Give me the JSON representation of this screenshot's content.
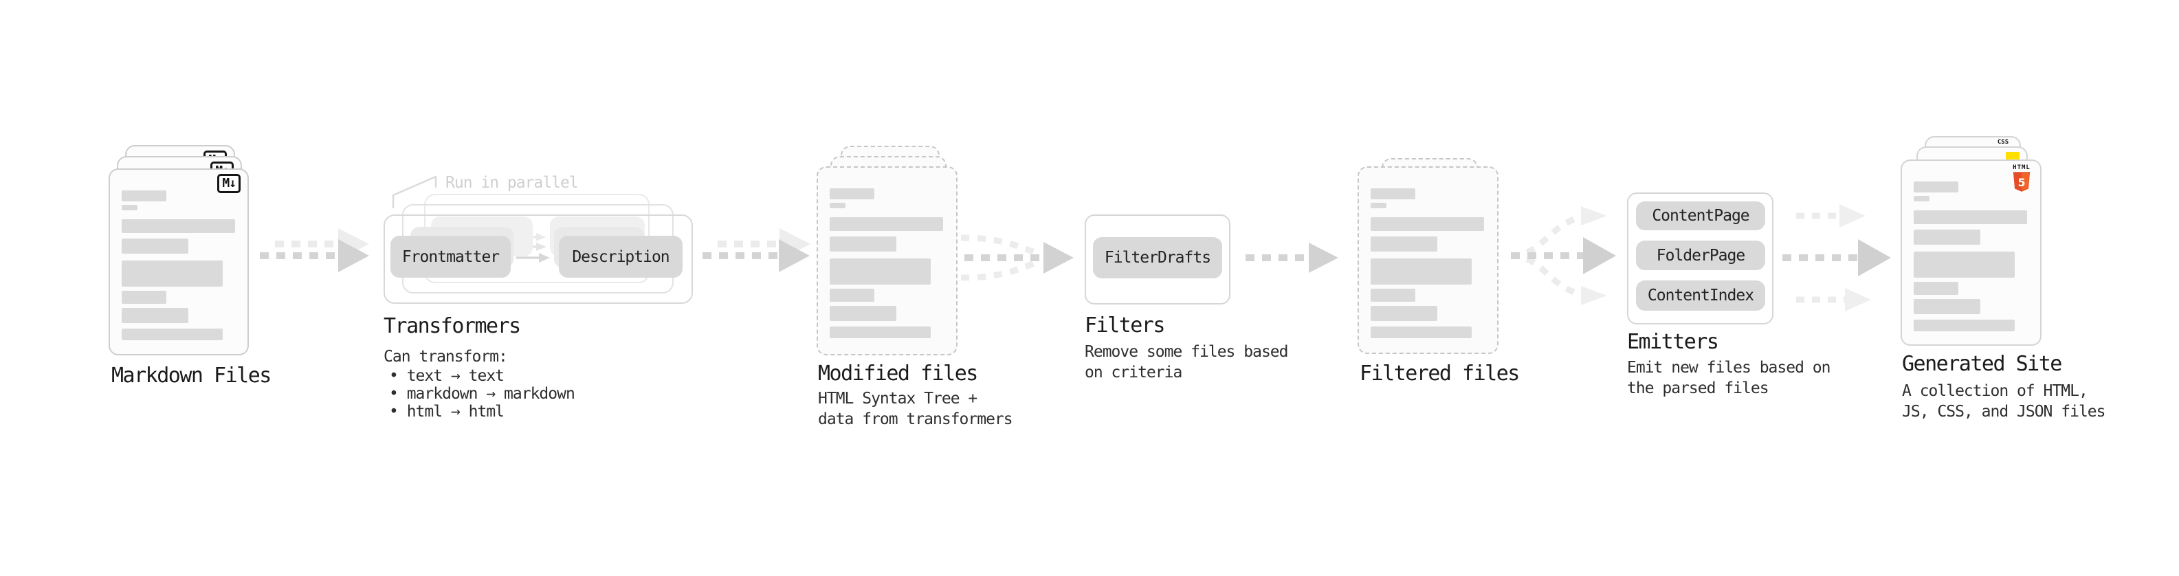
{
  "stages": {
    "markdown": {
      "label": "Markdown Files",
      "icon_text": "M↓"
    },
    "transformers": {
      "label": "Transformers",
      "annotation": "Run in parallel",
      "node_left": "Frontmatter",
      "node_right": "Description",
      "caption_title": "Can transform:",
      "bullets": [
        "text → text",
        "markdown → markdown",
        "html → html"
      ]
    },
    "modified": {
      "label": "Modified files",
      "caption": "HTML Syntax Tree +\ndata from transformers"
    },
    "filters": {
      "label": "Filters",
      "node": "FilterDrafts",
      "caption": "Remove some files based\non criteria"
    },
    "filtered": {
      "label": "Filtered files"
    },
    "emitters": {
      "label": "Emitters",
      "nodes": [
        "ContentPage",
        "FolderPage",
        "ContentIndex"
      ],
      "caption": "Emit new files based on\nthe parsed files"
    },
    "generated": {
      "label": "Generated Site",
      "caption": "A collection of HTML,\nJS, CSS, and JSON files",
      "html5_badge_text": "HTML",
      "html5_badge_number": "5",
      "css_badge_text": "CSS"
    }
  },
  "colors": {
    "html5_orange": "#e44d26",
    "html5_orange_light": "#f16529",
    "js_yellow": "#ffdf00",
    "css_blue": "#2f6bff",
    "arrow_gray": "#d4d4d4",
    "arrow_light": "#ececec"
  }
}
